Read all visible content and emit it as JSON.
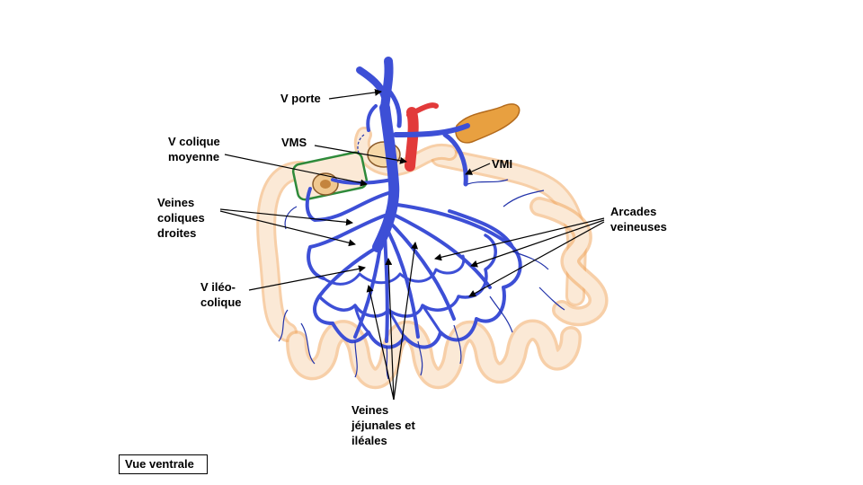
{
  "colors": {
    "vein": "#3d4fd6",
    "vein_dark": "#2233aa",
    "intestine": "#f0a860",
    "intestine_fill": "#fbe9d6",
    "pancreas": "#e8a040",
    "artery": "#e23a3a",
    "colon_band": "#2e8a3a",
    "leader": "#000000"
  },
  "labels": {
    "v_porte": "V porte",
    "vms": "VMS",
    "vmi": "VMI",
    "v_colique_moyenne": "V colique\nmoyenne",
    "veines_coliques_droites": "Veines\ncoliques\ndroites",
    "v_ileo_colique": "V iléo-\ncolique",
    "arcades_veineuses": "Arcades\nveineuses",
    "veines_jejunales": "Veines\njéjunales et\niléales"
  },
  "view_label": "Vue ventrale"
}
